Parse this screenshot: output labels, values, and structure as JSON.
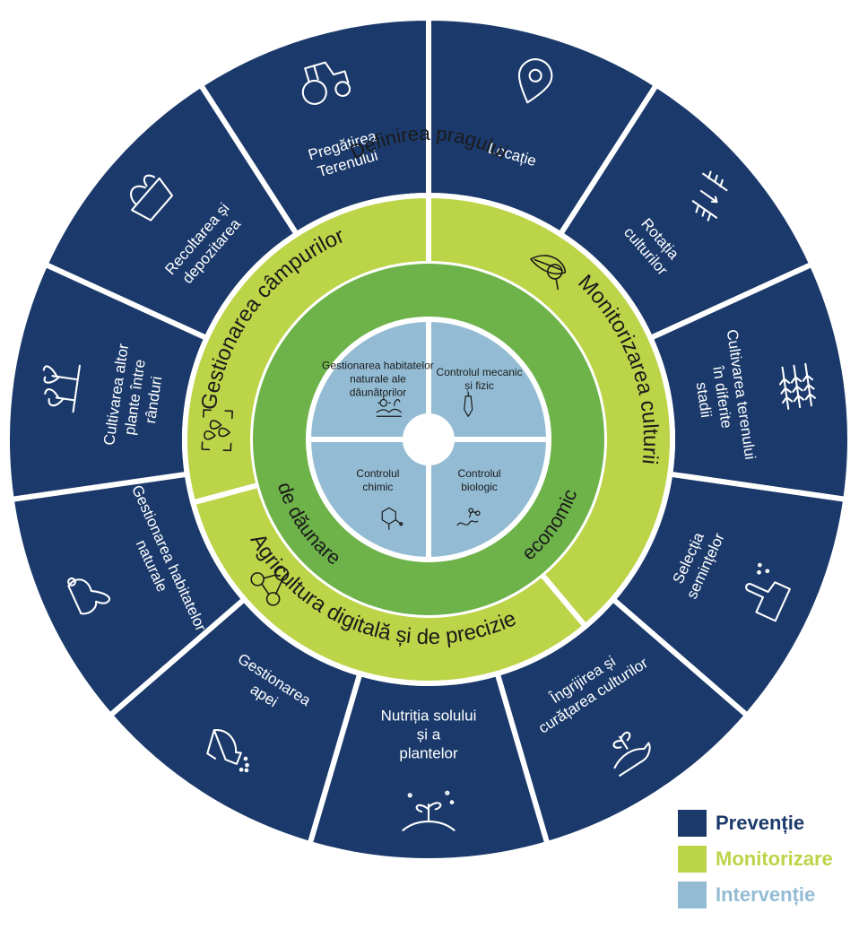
{
  "colors": {
    "prevention": "#1b3a6b",
    "monitoring": "#bcd448",
    "intervention": "#93bcd4",
    "threshold": "#6eb24a",
    "divider": "#ffffff"
  },
  "outer_ring": [
    {
      "label": "Locație",
      "icon": "location-pin-icon"
    },
    {
      "label": "Rotația culturilor",
      "icon": "crop-rotation-icon"
    },
    {
      "label": "Cultivarea terenului în diferite stadii",
      "icon": "wheat-stages-icon"
    },
    {
      "label": "Selecția semințelor",
      "icon": "hand-seeds-icon"
    },
    {
      "label": "Îngrijirea și curățarea culturilor",
      "icon": "hand-plant-icon"
    },
    {
      "label": "Nutriția solului și a plantelor",
      "icon": "sprout-icon"
    },
    {
      "label": "Gestionarea apei",
      "icon": "watering-icon"
    },
    {
      "label": "Gestionarea habitatelor naturale",
      "icon": "rabbit-icon"
    },
    {
      "label": "Cultivarea altor plante între rânduri",
      "icon": "seedlings-icon"
    },
    {
      "label": "Recoltarea și depozitarea",
      "icon": "harvest-basket-icon"
    },
    {
      "label": "Pregătirea Terenului",
      "icon": "tractor-icon"
    }
  ],
  "middle_ring": [
    {
      "label": "Monitorizarea culturii",
      "icon": "leaf-magnifier-icon"
    },
    {
      "label": "Agricultura digitală și de precizie",
      "icon": "network-icon"
    },
    {
      "label": "Gestionarea câmpurilor",
      "icon": "field-pins-icon"
    }
  ],
  "threshold_ring": {
    "top": "Definirea pragului",
    "right": "economic",
    "left": "de dăunare"
  },
  "inner_quadrants": [
    {
      "label": "Controlul mecanic și fizic",
      "icon": "trowel-icon"
    },
    {
      "label": "Controlul biologic",
      "icon": "worm-molecule-icon"
    },
    {
      "label": "Controlul chimic",
      "icon": "molecule-icon"
    },
    {
      "label": "Gestionarea habitatelor naturale ale dăunătorilor",
      "icon": "habitat-icon"
    }
  ],
  "legend": [
    {
      "label": "Prevenție",
      "color": "#1b3a6b"
    },
    {
      "label": "Monitorizare",
      "color": "#bcd448"
    },
    {
      "label": "Intervenție",
      "color": "#93bcd4"
    }
  ]
}
